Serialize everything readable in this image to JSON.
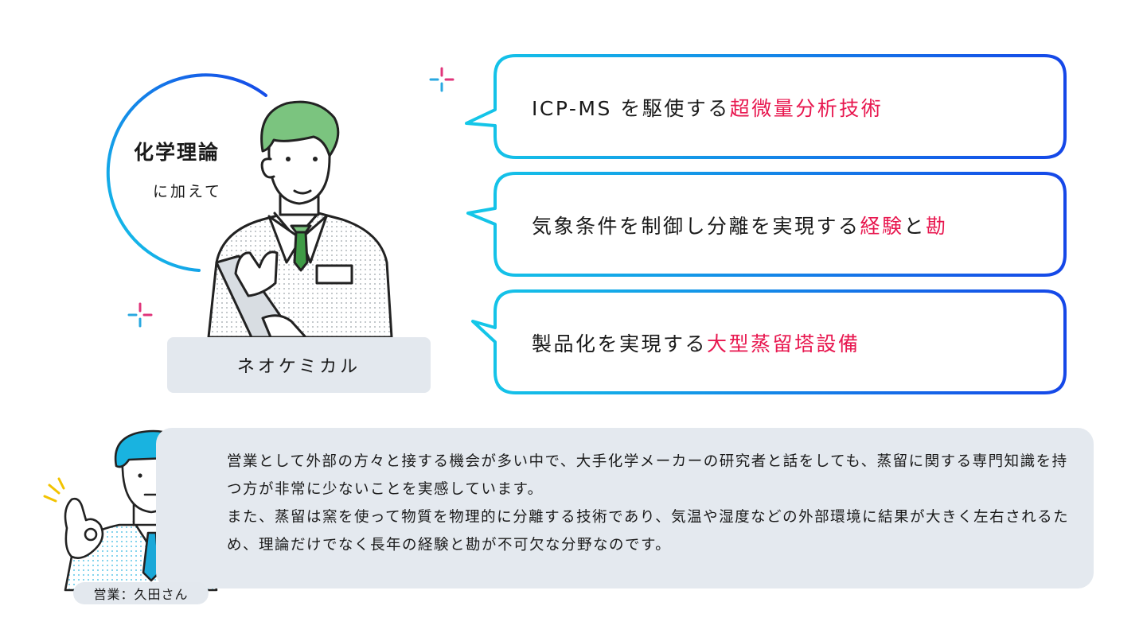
{
  "colors": {
    "accent_blue_start": "#14c8e8",
    "accent_blue_end": "#1547e8",
    "highlight": "#e8174f",
    "shirt_green": "#7bc47f",
    "tie_green": "#3f9b46",
    "hair_cyan": "#19b3e0",
    "tie_blue": "#1aa8d8",
    "panel_gray": "#e4e9ef"
  },
  "arc": {
    "title": "化学理論",
    "subtitle": "に加えて"
  },
  "company": {
    "label": "ネオケミカル"
  },
  "bubbles": [
    {
      "prefix": "ICP-MS を駆使する",
      "highlight": "超微量分析技術",
      "suffix": ""
    },
    {
      "prefix": "気象条件を制御し分離を実現する",
      "highlight": "経験",
      "middle": "と",
      "highlight2": "勘"
    },
    {
      "prefix": "製品化を実現する",
      "highlight": "大型蒸留塔設備",
      "suffix": ""
    }
  ],
  "comment": {
    "paragraph1": "営業として外部の方々と接する機会が多い中で、大手化学メーカーの研究者と話をしても、蒸留に関する専門知識を持つ方が非常に少ないことを実感しています。",
    "paragraph2": "また、蒸留は窯を使って物質を物理的に分離する技術であり、気温や湿度などの外部環境に結果が大きく左右されるため、理論だけでなく長年の経験と勘が不可欠な分野なのです。"
  },
  "speaker": {
    "label": "営業：久田さん"
  },
  "icons": [
    "sparkle-icon",
    "sparkle-icon",
    "attention-lines-icon"
  ]
}
